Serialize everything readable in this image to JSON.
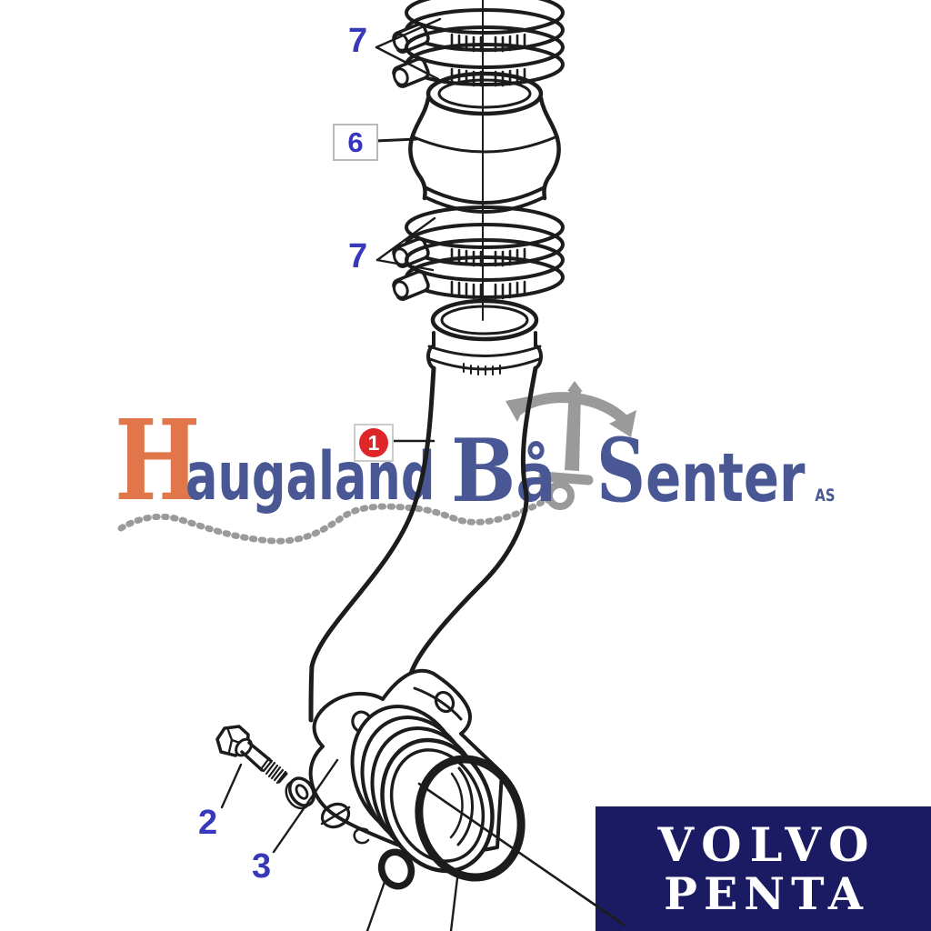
{
  "watermark": {
    "word1": {
      "initial": "H",
      "rest": "augaland"
    },
    "word2": {
      "initial": "B",
      "rest": "å"
    },
    "word3": {
      "initial": "S",
      "rest": "enter"
    },
    "suffix": "AS",
    "colors": {
      "initial_orange": "#E0764A",
      "text_blue": "#4A5795",
      "anchor_gray": "#9A9A9A"
    }
  },
  "callouts": {
    "clamps_upper": {
      "label": "7"
    },
    "sleeve": {
      "label": "6"
    },
    "clamps_lower": {
      "label": "7"
    },
    "pipe": {
      "label": "1",
      "badge_color": "#E02528"
    },
    "bolt": {
      "label": "2"
    },
    "washer": {
      "label": "3"
    },
    "label_color": "#3838BA"
  },
  "brand": {
    "line1": "VOLVO",
    "line2": "PENTA",
    "bg": "#1B1B63",
    "fg": "#FFFFFF"
  }
}
